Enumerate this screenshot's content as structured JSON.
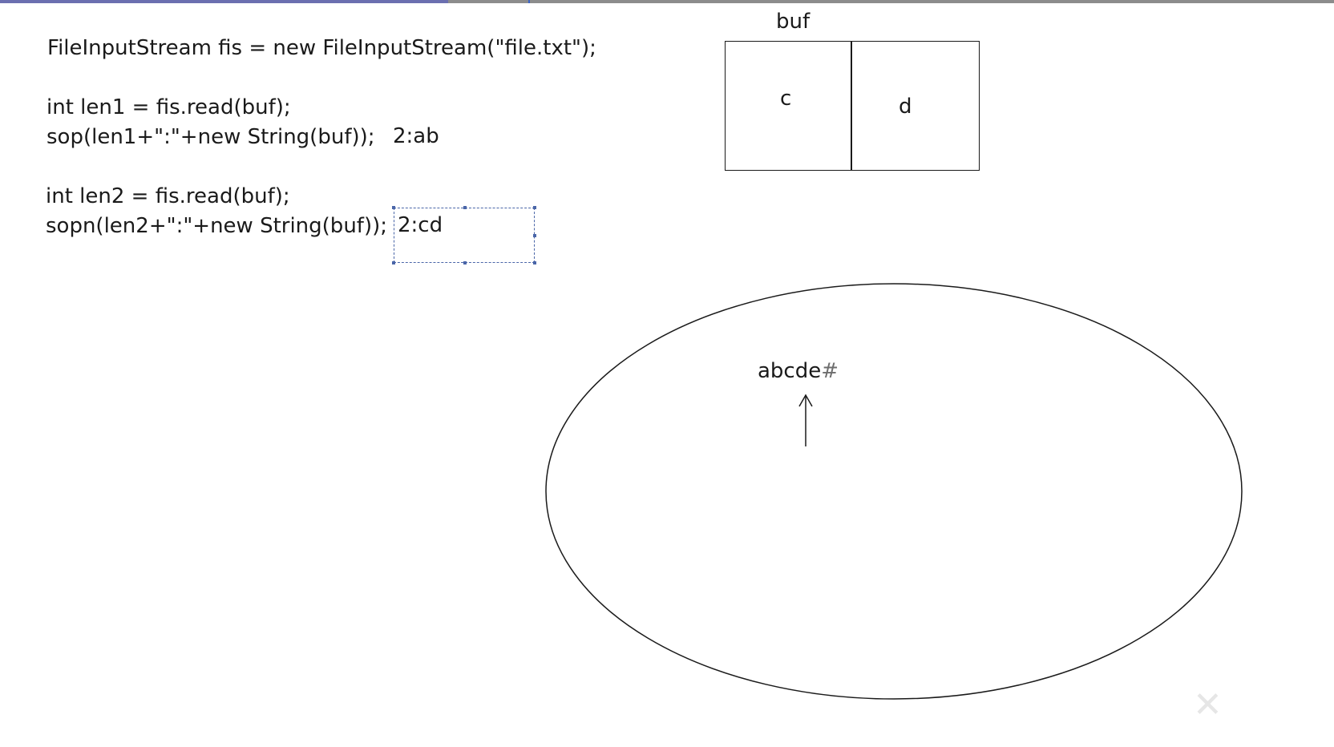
{
  "progress": {
    "played_fraction": 0.336,
    "marker_fraction": 0.396,
    "fill_color": "#6b6fb0",
    "track_color": "#8c8c8c"
  },
  "code": {
    "line1": "FileInputStream fis = new FileInputStream(\"file.txt\");",
    "line2": "int len1 = fis.read(buf);",
    "line3": "sop(len1+\":\"+new String(buf));",
    "line4": "int len2 = fis.read(buf);",
    "line5": "sopn(len2+\":\"+new String(buf));"
  },
  "results": {
    "first": "2:ab",
    "second": "2:cd"
  },
  "buffer": {
    "label": "buf",
    "cell1": "c",
    "cell2": "d"
  },
  "file": {
    "content": "abcde",
    "eof_marker": "#"
  },
  "colors": {
    "selection": "#4a66a8",
    "ink": "#1a1a1a"
  }
}
